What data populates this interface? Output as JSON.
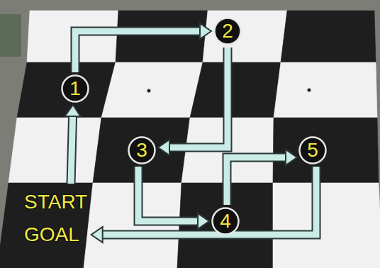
{
  "diagram": {
    "nodes": [
      {
        "text": [
          "START GOAL"
        ]
      },
      {
        "text": [
          "1"
        ]
      },
      {
        "text": [
          "2"
        ]
      },
      {
        "text": [
          "3"
        ]
      },
      {
        "text": [
          "4"
        ]
      },
      {
        "text": [
          "5"
        ]
      }
    ],
    "edges": [
      {
        "from": 0,
        "to": 1,
        "arrow": "to"
      },
      {
        "from": 1,
        "to": 2,
        "arrow": "to"
      },
      {
        "from": 2,
        "to": 3,
        "arrow": "to"
      },
      {
        "from": 3,
        "to": 4,
        "arrow": "to"
      },
      {
        "from": 4,
        "to": 5,
        "arrow": "to"
      },
      {
        "from": 5,
        "to": 0,
        "arrow": "to"
      }
    ]
  }
}
